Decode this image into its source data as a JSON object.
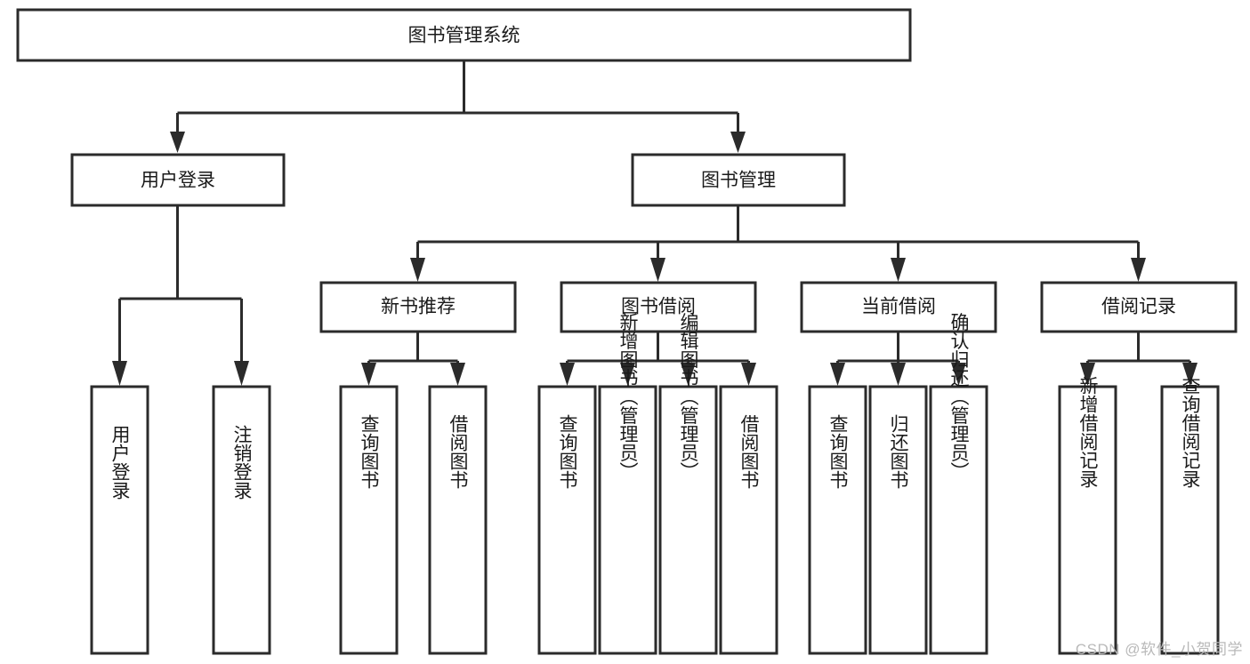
{
  "diagram": {
    "title": "图书管理系统",
    "type": "tree",
    "orientation": "top-down",
    "colors": {
      "box_fill": "#ffffff",
      "box_stroke": "#2b2b2b",
      "text": "#1a1a1a",
      "background": "#ffffff",
      "watermark": "#b9b9b9"
    },
    "root": {
      "label": "图书管理系统"
    },
    "level2": [
      {
        "label": "用户登录"
      },
      {
        "label": "图书管理"
      }
    ],
    "level3": [
      {
        "label": "新书推荐"
      },
      {
        "label": "图书借阅"
      },
      {
        "label": "当前借阅"
      },
      {
        "label": "借阅记录"
      }
    ],
    "leaves": {
      "user_login": [
        {
          "label": "用户登录"
        },
        {
          "label": "注销登录"
        }
      ],
      "new_book_recommend": [
        {
          "label": "查询图书"
        },
        {
          "label": "借阅图书"
        }
      ],
      "book_borrow": [
        {
          "label": "查询图书"
        },
        {
          "label": "新增图书（管理员）"
        },
        {
          "label": "编辑图书（管理员）"
        },
        {
          "label": "借阅图书"
        }
      ],
      "current_borrow": [
        {
          "label": "查询图书"
        },
        {
          "label": "归还图书"
        },
        {
          "label": "确认归还（管理员）"
        }
      ],
      "borrow_records": [
        {
          "label": "新增借阅记录"
        },
        {
          "label": "查询借阅记录"
        }
      ]
    },
    "watermark": "CSDN @软件_小贺同学"
  }
}
